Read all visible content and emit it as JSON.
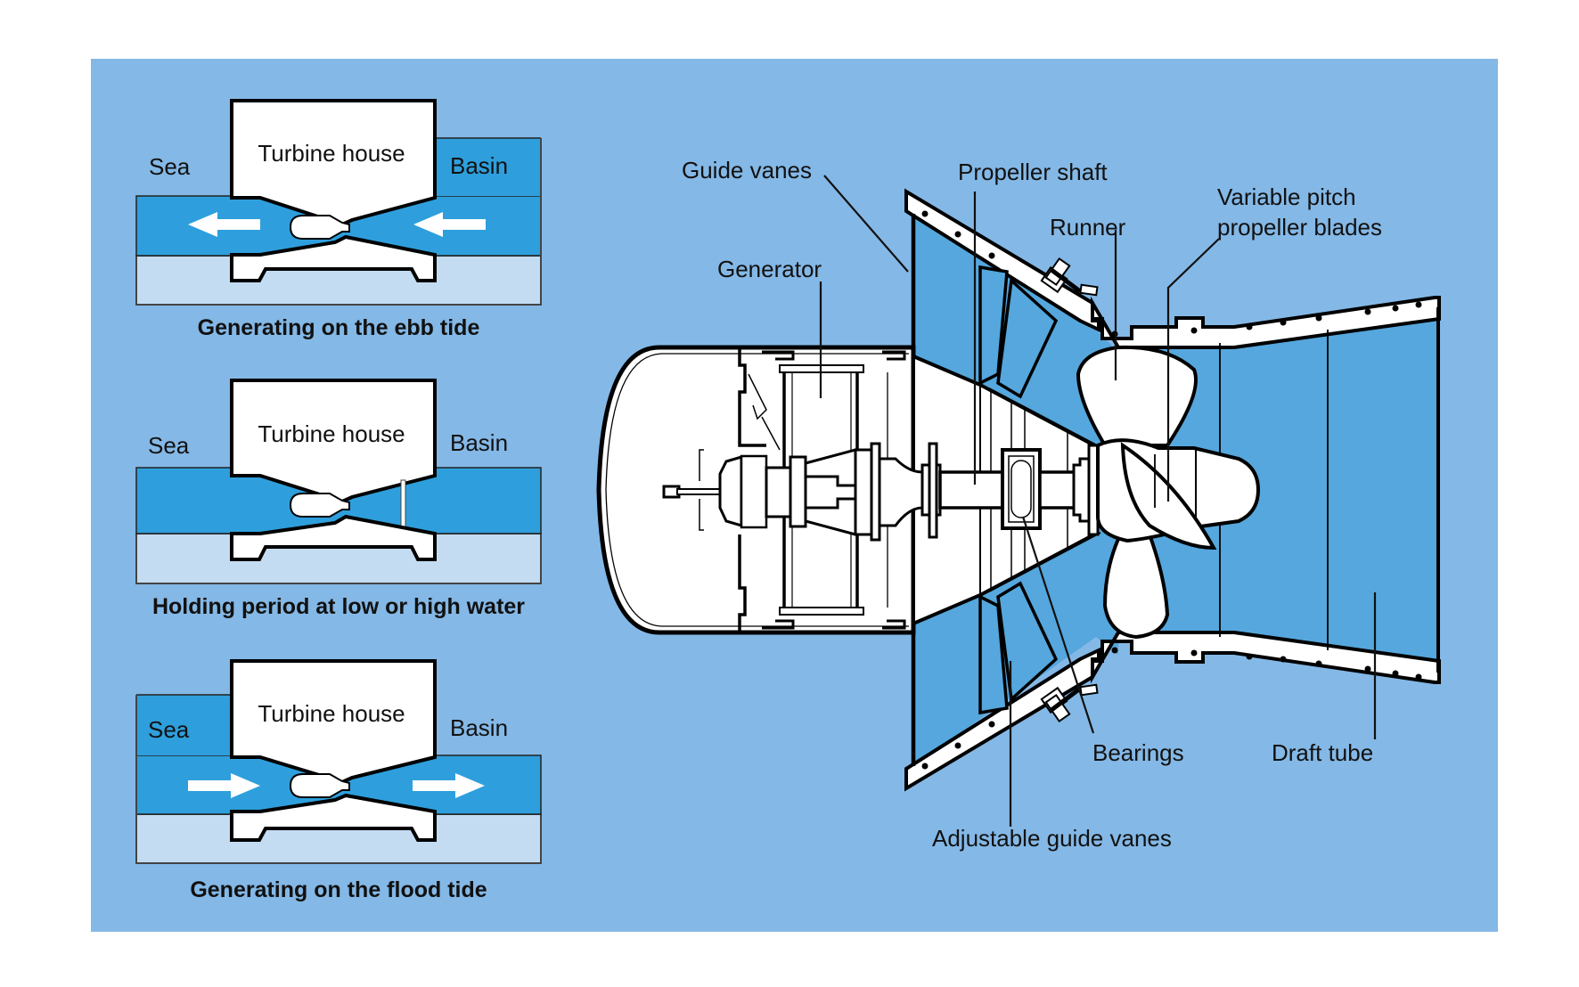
{
  "colors": {
    "background": "#84b8e6",
    "sea_dark": "#2e9fdc",
    "sea_light": "#c3dcf2",
    "turbine_water": "#55a7dd",
    "structure": "#ffffff",
    "outline": "#000000"
  },
  "panels": [
    {
      "caption": "Generating on the ebb tide",
      "house_label": "Turbine house",
      "left_label": "Sea",
      "right_label": "Basin",
      "flow": "right-to-left",
      "water": "basin-high"
    },
    {
      "caption": "Holding period at low or high water",
      "house_label": "Turbine house",
      "left_label": "Sea",
      "right_label": "Basin",
      "flow": "none",
      "water": "level"
    },
    {
      "caption": "Generating on the flood tide",
      "house_label": "Turbine house",
      "left_label": "Sea",
      "right_label": "Basin",
      "flow": "left-to-right",
      "water": "sea-high"
    }
  ],
  "turbine": {
    "labels": {
      "guide_vanes": "Guide vanes",
      "generator": "Generator",
      "propeller_shaft": "Propeller shaft",
      "runner": "Runner",
      "variable_pitch_1": "Variable pitch",
      "variable_pitch_2": "propeller blades",
      "bearings": "Bearings",
      "draft_tube": "Draft tube",
      "adjustable_guide_vanes": "Adjustable guide vanes"
    }
  }
}
